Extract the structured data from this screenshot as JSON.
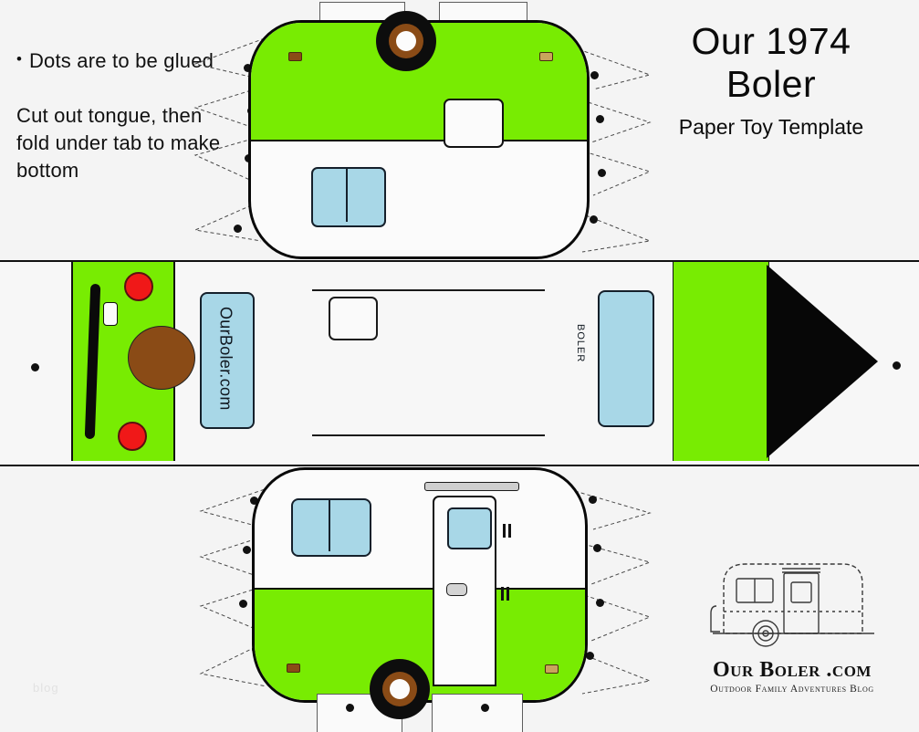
{
  "page": {
    "title_line1": "Our 1974",
    "title_line2": "Boler",
    "subtitle": "Paper Toy Template",
    "watermark": "blog",
    "background_color": "#f4f4f4"
  },
  "instructions": {
    "bullet_char": "•",
    "item1": "Dots are to be glued",
    "item2": "Cut out tongue, then fold under tab to make bottom"
  },
  "labels": {
    "left_window_text": "OurBoler.com",
    "right_window_text": "BOLER"
  },
  "logo": {
    "name": "Our Boler .com",
    "tagline": "Outdoor Family Adventures Blog"
  },
  "colors": {
    "green": "#78ec02",
    "window_blue": "#a8d7e7",
    "tire_black": "#0d0d0d",
    "hub_brown": "#8a4b16",
    "taillight_red": "#f01818",
    "outline": "#090909",
    "body_white": "#fbfbfb"
  },
  "parts": {
    "top_panel": "trailer-side-curbside",
    "middle_band": "roof-and-end-panels",
    "bottom_panel": "trailer-side-doorside",
    "tongue": "black-triangle-tongue"
  }
}
